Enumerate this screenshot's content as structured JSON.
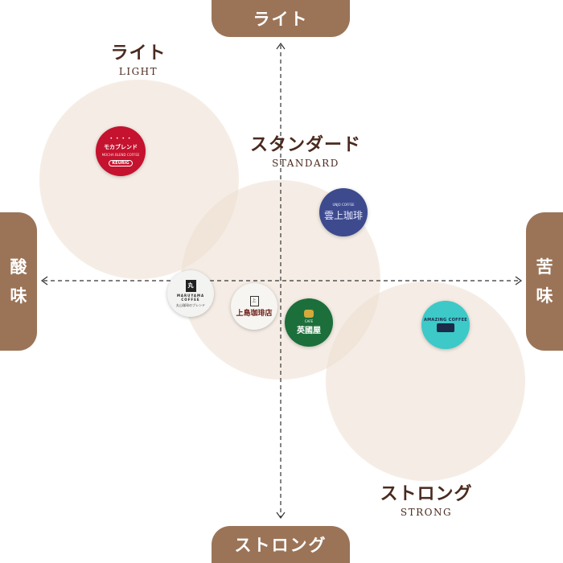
{
  "axis": {
    "top": "ライト",
    "bottom": "ストロング",
    "left": [
      "酸",
      "味"
    ],
    "right": [
      "苦",
      "味"
    ]
  },
  "zones": {
    "light": {
      "jp": "ライト",
      "en": "LIGHT"
    },
    "standard": {
      "jp": "スタンダード",
      "en": "STANDARD"
    },
    "strong": {
      "jp": "ストロング",
      "en": "STRONG"
    }
  },
  "pods": {
    "keurig": {
      "dots": "• • • •",
      "name": "モカブレンド",
      "sub": "MOCHA BLEND COFFEE",
      "brand": "KEURIG"
    },
    "unjo": {
      "top": "UNJO COFFEE",
      "name": "雲上珈琲"
    },
    "maruyama": {
      "mark": "丸",
      "name": "MARUYAMA COFFEE",
      "sub": "丸山珈琲のブレンド"
    },
    "ueshima": {
      "mark": "上",
      "name": "上島珈琲店"
    },
    "eikokuya": {
      "top": "CAFE",
      "name": "英國屋"
    },
    "amazing": {
      "name": "AMAZING COFFEE"
    }
  },
  "colors": {
    "pill": "#9b7458",
    "label_text": "#4a2a1e",
    "zone_fill": "#ecded0",
    "axis_line": "#333333"
  }
}
